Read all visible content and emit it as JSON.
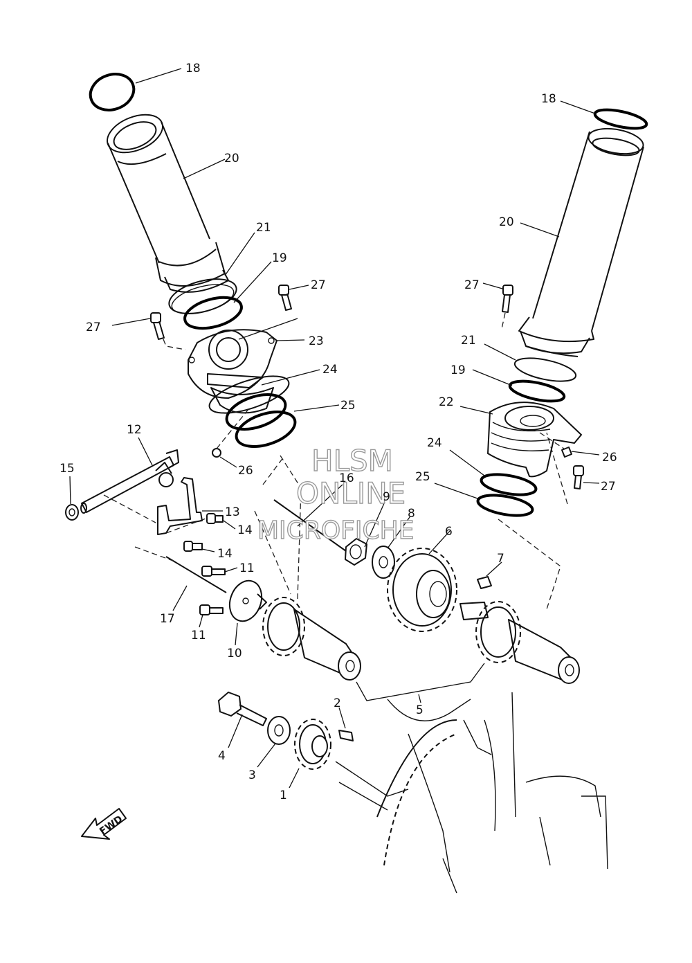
{
  "callouts": [
    {
      "id": "c18a",
      "text": "18"
    },
    {
      "id": "c20a",
      "text": "20"
    },
    {
      "id": "c21a",
      "text": "21"
    },
    {
      "id": "c19a",
      "text": "19"
    },
    {
      "id": "c27a",
      "text": "27"
    },
    {
      "id": "c27b",
      "text": "27"
    },
    {
      "id": "c23",
      "text": "23"
    },
    {
      "id": "c24a",
      "text": "24"
    },
    {
      "id": "c25a",
      "text": "25"
    },
    {
      "id": "c26a",
      "text": "26"
    },
    {
      "id": "c12",
      "text": "12"
    },
    {
      "id": "c15",
      "text": "15"
    },
    {
      "id": "c13",
      "text": "13"
    },
    {
      "id": "c14a",
      "text": "14"
    },
    {
      "id": "c14b",
      "text": "14"
    },
    {
      "id": "c11a",
      "text": "11"
    },
    {
      "id": "c11b",
      "text": "11"
    },
    {
      "id": "c17",
      "text": "17"
    },
    {
      "id": "c10",
      "text": "10"
    },
    {
      "id": "c16",
      "text": "16"
    },
    {
      "id": "c9",
      "text": "9"
    },
    {
      "id": "c8",
      "text": "8"
    },
    {
      "id": "c6",
      "text": "6"
    },
    {
      "id": "c7",
      "text": "7"
    },
    {
      "id": "c5",
      "text": "5"
    },
    {
      "id": "c4",
      "text": "4"
    },
    {
      "id": "c3",
      "text": "3"
    },
    {
      "id": "c2",
      "text": "2"
    },
    {
      "id": "c1",
      "text": "1"
    },
    {
      "id": "c18b",
      "text": "18"
    },
    {
      "id": "c20b",
      "text": "20"
    },
    {
      "id": "c27c",
      "text": "27"
    },
    {
      "id": "c21b",
      "text": "21"
    },
    {
      "id": "c19b",
      "text": "19"
    },
    {
      "id": "c22",
      "text": "22"
    },
    {
      "id": "c26b",
      "text": "26"
    },
    {
      "id": "c27d",
      "text": "27"
    },
    {
      "id": "c24b",
      "text": "24"
    },
    {
      "id": "c25b",
      "text": "25"
    }
  ],
  "watermark": {
    "line1": "HLSM",
    "line2": "ONLINE",
    "line3": "MICROFICHE"
  },
  "fwd_label": "FWD"
}
